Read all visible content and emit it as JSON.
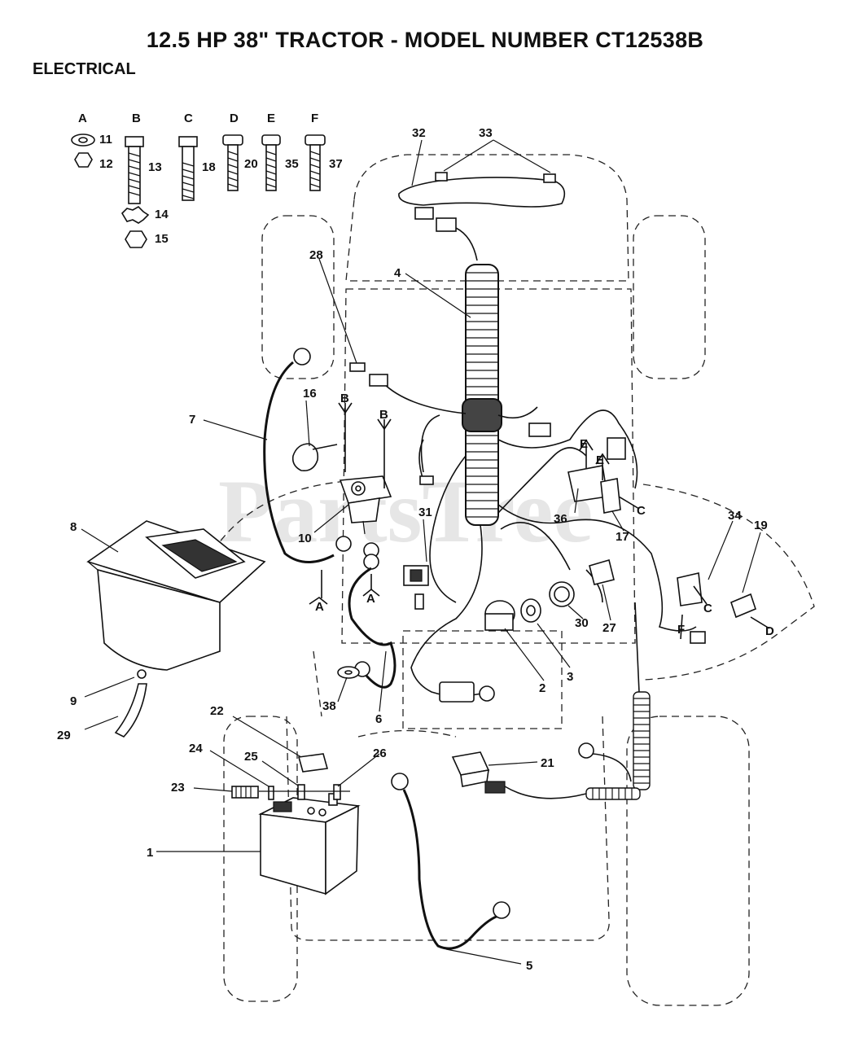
{
  "header": {
    "title": "12.5 HP 38\" TRACTOR - MODEL NUMBER CT12538B",
    "section": "ELECTRICAL"
  },
  "watermark": "PartsTree",
  "hardware": {
    "letters": [
      "A",
      "B",
      "C",
      "D",
      "E",
      "F"
    ],
    "numbers": [
      "11",
      "12",
      "13",
      "14",
      "15",
      "18",
      "20",
      "35",
      "37"
    ]
  },
  "callouts": [
    "1",
    "2",
    "3",
    "4",
    "5",
    "6",
    "7",
    "8",
    "9",
    "10",
    "16",
    "17",
    "19",
    "21",
    "22",
    "23",
    "24",
    "25",
    "26",
    "27",
    "28",
    "29",
    "30",
    "31",
    "32",
    "33",
    "34",
    "36",
    "38"
  ],
  "hardware_refs": [
    "A",
    "A",
    "B",
    "B",
    "C",
    "C",
    "D",
    "E",
    "E",
    "F"
  ]
}
